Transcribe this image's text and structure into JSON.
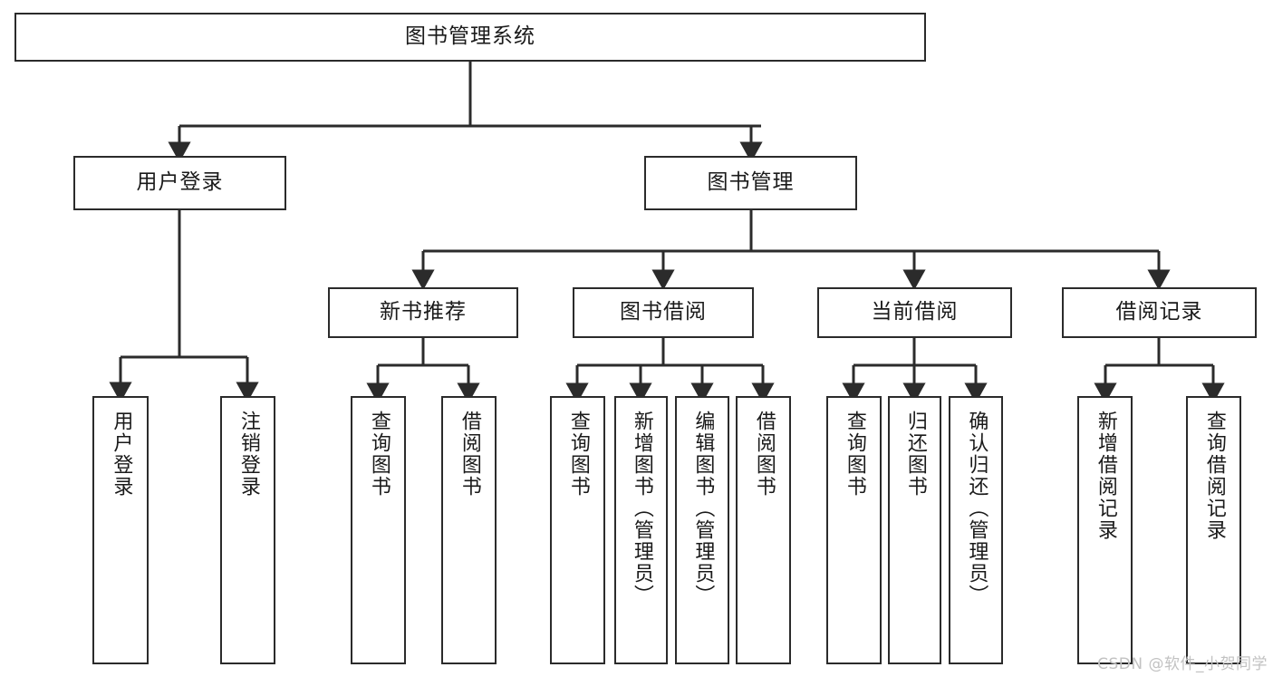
{
  "diagram": {
    "title": "图书管理系统",
    "type": "tree-hierarchy-diagram",
    "colors": {
      "box_border": "#2b2b2b",
      "box_fill": "#ffffff",
      "edge": "#2b2b2b",
      "text": "#1a1a1a",
      "watermark": "#c2c2c2"
    },
    "levels": {
      "level1": [
        {
          "id": "root",
          "label": "图书管理系统"
        }
      ],
      "level2": [
        {
          "id": "user-login",
          "label": "用户登录"
        },
        {
          "id": "book-manage",
          "label": "图书管理"
        }
      ],
      "level3": [
        {
          "id": "new-book-recommend",
          "label": "新书推荐"
        },
        {
          "id": "book-borrow",
          "label": "图书借阅"
        },
        {
          "id": "current-borrow",
          "label": "当前借阅"
        },
        {
          "id": "borrow-record",
          "label": "借阅记录"
        }
      ],
      "level4": [
        {
          "id": "leaf-user-login",
          "label": "用户登录",
          "parent": "user-login"
        },
        {
          "id": "leaf-user-logout",
          "label": "注销登录",
          "parent": "user-login"
        },
        {
          "id": "leaf-query-book-1",
          "label": "查询图书",
          "parent": "new-book-recommend"
        },
        {
          "id": "leaf-borrow-book-1",
          "label": "借阅图书",
          "parent": "new-book-recommend"
        },
        {
          "id": "leaf-query-book-2",
          "label": "查询图书",
          "parent": "book-borrow"
        },
        {
          "id": "leaf-add-book",
          "label": "新增图书（管理员）",
          "parent": "book-borrow"
        },
        {
          "id": "leaf-edit-book",
          "label": "编辑图书（管理员）",
          "parent": "book-borrow"
        },
        {
          "id": "leaf-borrow-book-2",
          "label": "借阅图书",
          "parent": "book-borrow"
        },
        {
          "id": "leaf-query-book-3",
          "label": "查询图书",
          "parent": "current-borrow"
        },
        {
          "id": "leaf-return-book",
          "label": "归还图书",
          "parent": "current-borrow"
        },
        {
          "id": "leaf-confirm-return",
          "label": "确认归还（管理员）",
          "parent": "current-borrow"
        },
        {
          "id": "leaf-add-record",
          "label": "新增借阅记录",
          "parent": "borrow-record"
        },
        {
          "id": "leaf-query-record",
          "label": "查询借阅记录",
          "parent": "borrow-record"
        }
      ]
    },
    "watermark": "CSDN @软件_小贺同学"
  }
}
